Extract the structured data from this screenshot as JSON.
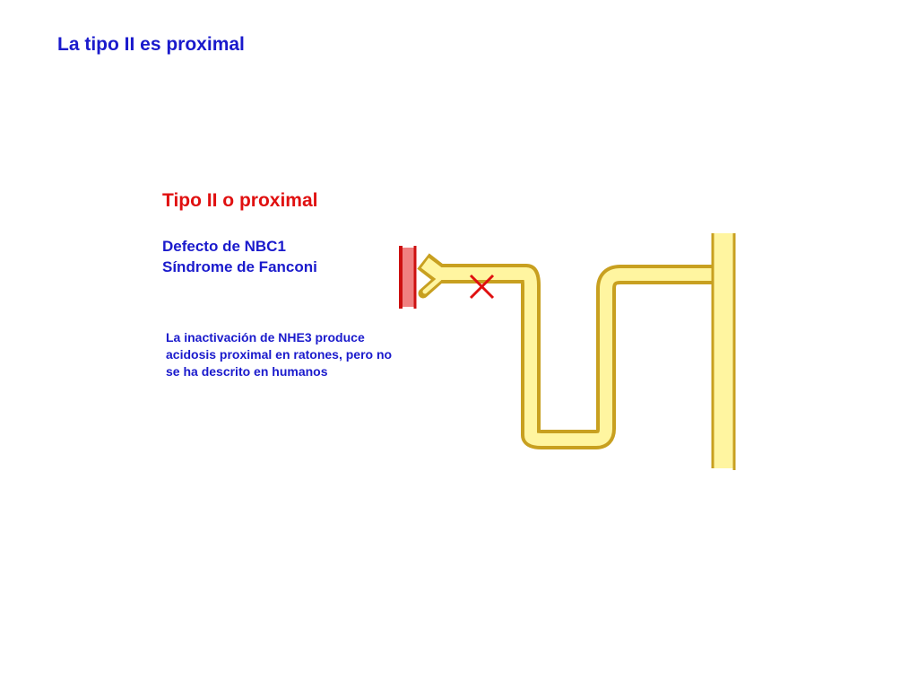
{
  "slide": {
    "title": "La tipo II es proximal",
    "subtitle": "Tipo II o proximal",
    "defects": [
      "Defecto de NBC1",
      "Síndrome de Fanconi"
    ],
    "note_lines": [
      "La inactivación de NHE3 produce",
      "acidosis proximal en ratones, pero no",
      "se ha descrito en humanos"
    ]
  },
  "colors": {
    "title": "#1a1acc",
    "subtitle": "#e01010",
    "text": "#1a1acc",
    "tubule_fill": "#fff5a0",
    "tubule_outline": "#c8a020",
    "vessel_fill": "#f08080",
    "vessel_outline": "#cc1010",
    "block_mark": "#e01010"
  }
}
